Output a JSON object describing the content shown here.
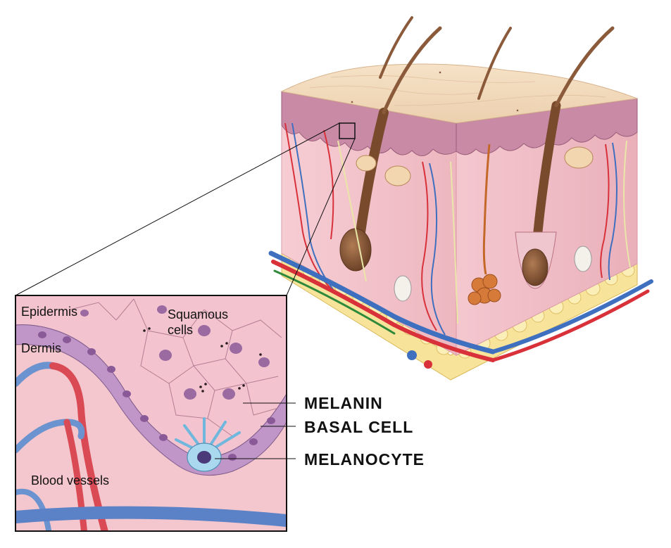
{
  "inset": {
    "labels": {
      "epidermis": "Epidermis",
      "dermis": "Dermis",
      "squamous_line1": "Squamous",
      "squamous_line2": "cells",
      "blood_vessels": "Blood vessels"
    }
  },
  "callouts": {
    "melanin": "MELANIN",
    "basal_cell": "BASAL CELL",
    "melanocyte": "MELANOCYTE"
  },
  "colors": {
    "skin_surface": "#f3dcc0",
    "epidermis": "#c98aa6",
    "dermis": "#f5c9cf",
    "fat": "#f7e39a",
    "artery": "#d9313a",
    "vein": "#3f6fbf",
    "hair": "#8a5a3a",
    "basal_cell": "#b88ac0",
    "melanocyte": "#a9d8ef"
  },
  "icons": {
    "skin_block": "skin-cross-section-illustration",
    "inset": "magnified-epidermis-illustration"
  }
}
